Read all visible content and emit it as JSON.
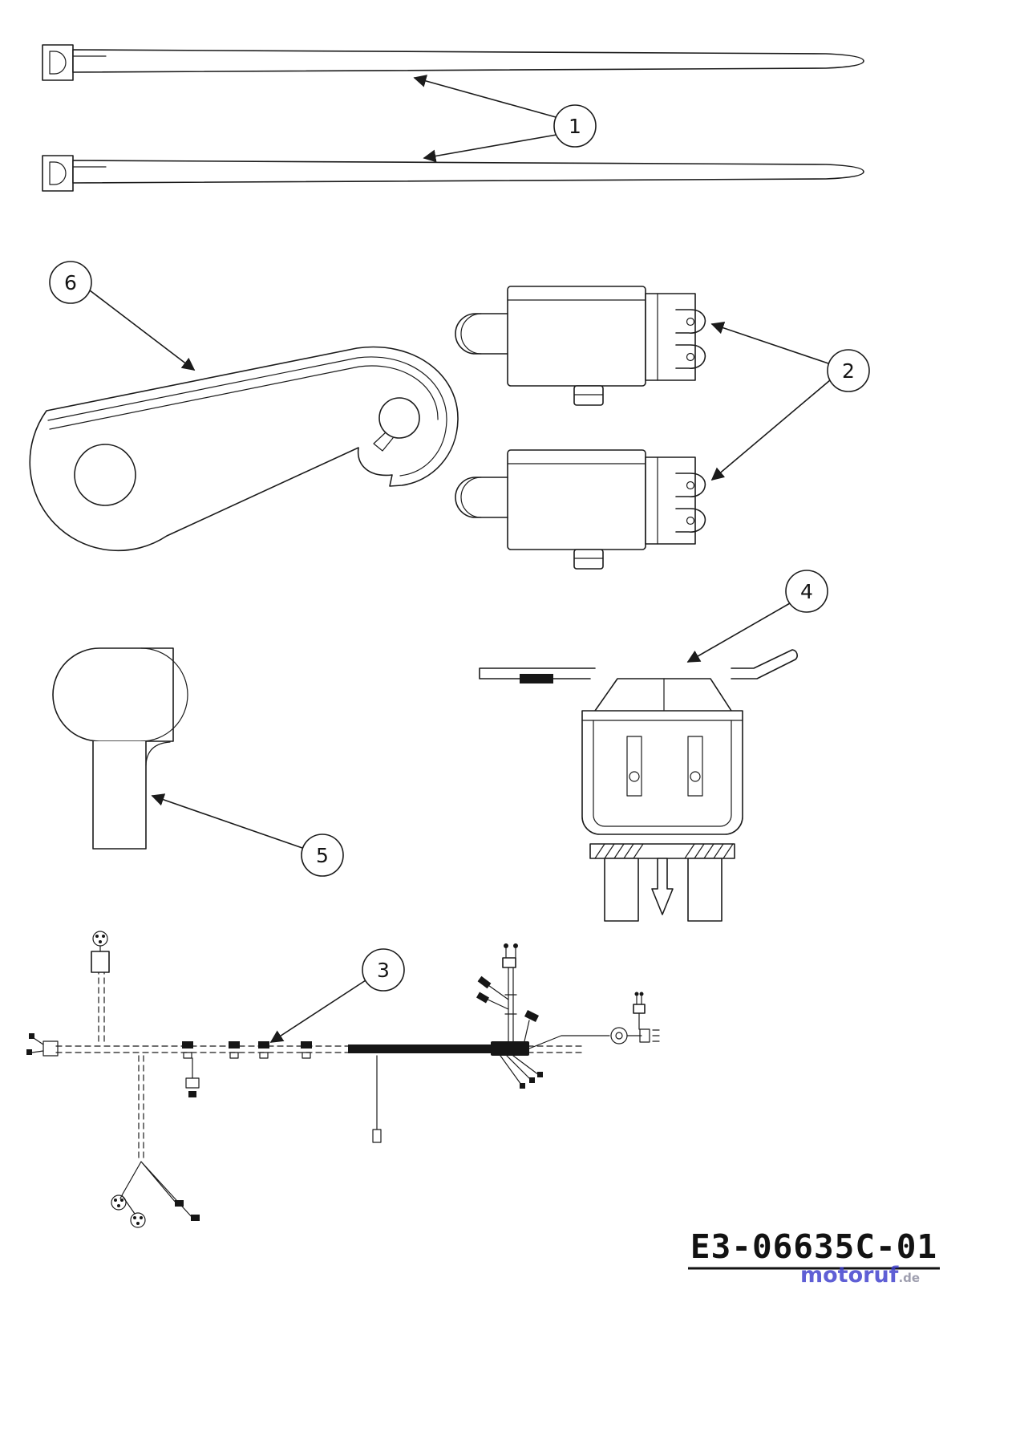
{
  "page": {
    "background": "#ffffff",
    "ink_color": "#1b1b1b"
  },
  "callouts": {
    "c1": "1",
    "c2": "2",
    "c3": "3",
    "c4": "4",
    "c5": "5",
    "c6": "6"
  },
  "footer": {
    "drawing_number": "E3-06635C-01",
    "watermark_name": "motoruf",
    "watermark_tld": ".de",
    "watermark_color": "#3c3ccc"
  }
}
